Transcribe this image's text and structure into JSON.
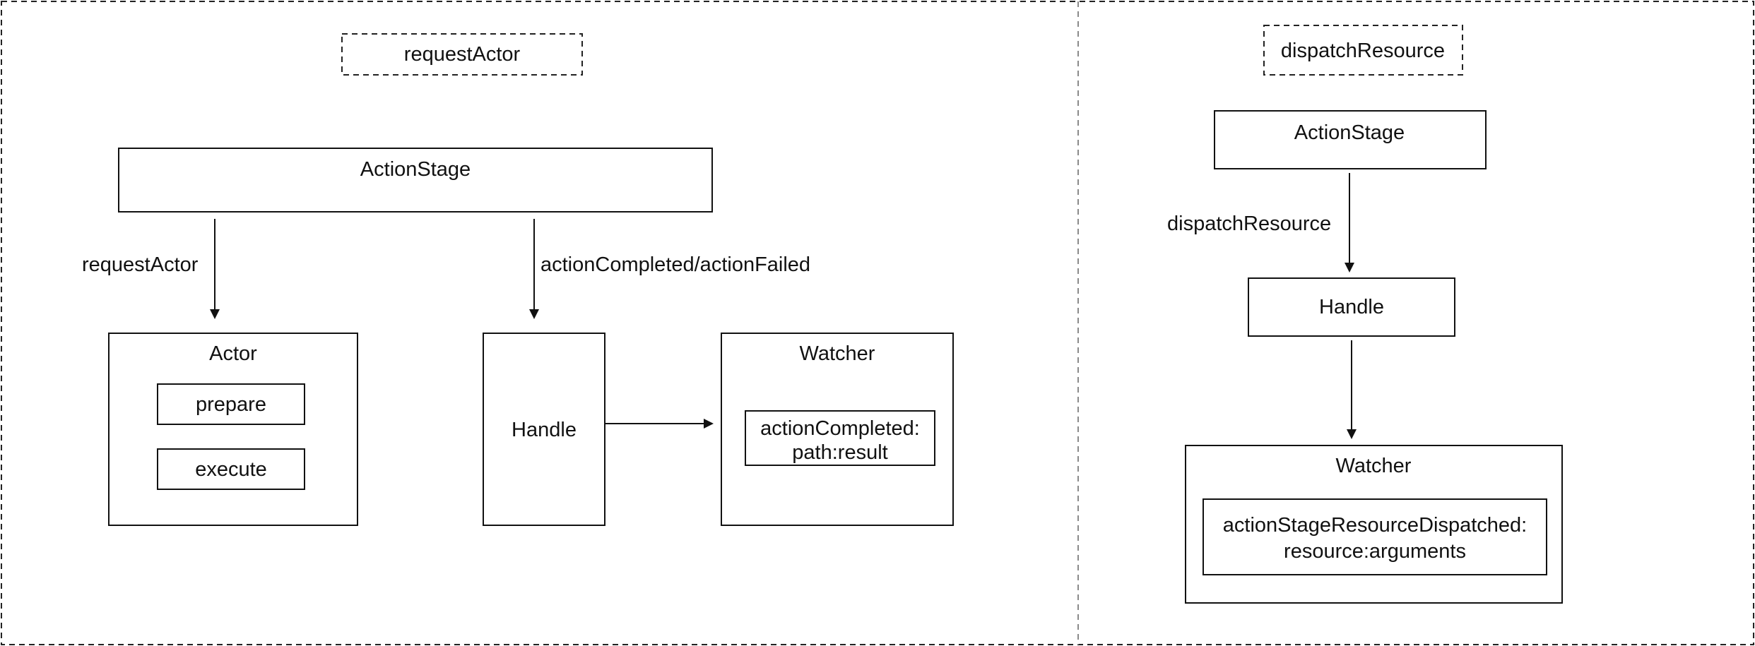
{
  "left_panel": {
    "title": "requestActor",
    "action_stage": "ActionStage",
    "edge_request_actor": "requestActor",
    "edge_action_completed": "actionCompleted/actionFailed",
    "actor": {
      "title": "Actor",
      "prepare": "prepare",
      "execute": "execute"
    },
    "handle": "Handle",
    "watcher": {
      "title": "Watcher",
      "callback_line1": "actionCompleted:",
      "callback_line2": "path:result"
    }
  },
  "right_panel": {
    "title": "dispatchResource",
    "action_stage": "ActionStage",
    "edge_dispatch_resource": "dispatchResource",
    "handle": "Handle",
    "watcher": {
      "title": "Watcher",
      "callback_line1": "actionStageResourceDispatched:",
      "callback_line2": "resource:arguments"
    }
  },
  "colors": {
    "stroke": "#111111",
    "divider": "#8a8a8a",
    "background": "#ffffff"
  }
}
